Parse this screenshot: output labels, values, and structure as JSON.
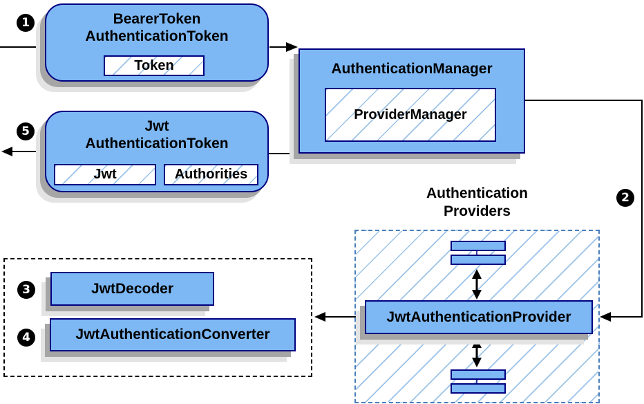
{
  "nodes": {
    "bearer_token": {
      "line1": "BearerToken",
      "line2": "AuthenticationToken",
      "field_token": "Token"
    },
    "authentication_manager": {
      "title": "AuthenticationManager",
      "inner": "ProviderManager"
    },
    "jwt_authentication_token": {
      "line1": "Jwt",
      "line2": "AuthenticationToken",
      "field_jwt": "Jwt",
      "field_authorities": "Authorities"
    },
    "providers_group": {
      "label_line1": "Authentication",
      "label_line2": "Providers"
    },
    "jwt_authentication_provider": {
      "title": "JwtAuthenticationProvider"
    },
    "jwt_decoder": {
      "title": "JwtDecoder"
    },
    "jwt_authentication_converter": {
      "title": "JwtAuthenticationConverter"
    }
  },
  "badges": {
    "step1": "1",
    "step2": "2",
    "step3": "3",
    "step4": "4",
    "step5": "5"
  },
  "colors": {
    "node_fill": "#7DB8F4",
    "node_border": "#000080",
    "hatch_line": "#9CC2E8",
    "providers_dash": "#4A7EBB",
    "group_dash": "#000000",
    "shadow_dark": "#A6A6A6",
    "shadow_light": "#E3E3E3",
    "arrow": "#000000"
  }
}
